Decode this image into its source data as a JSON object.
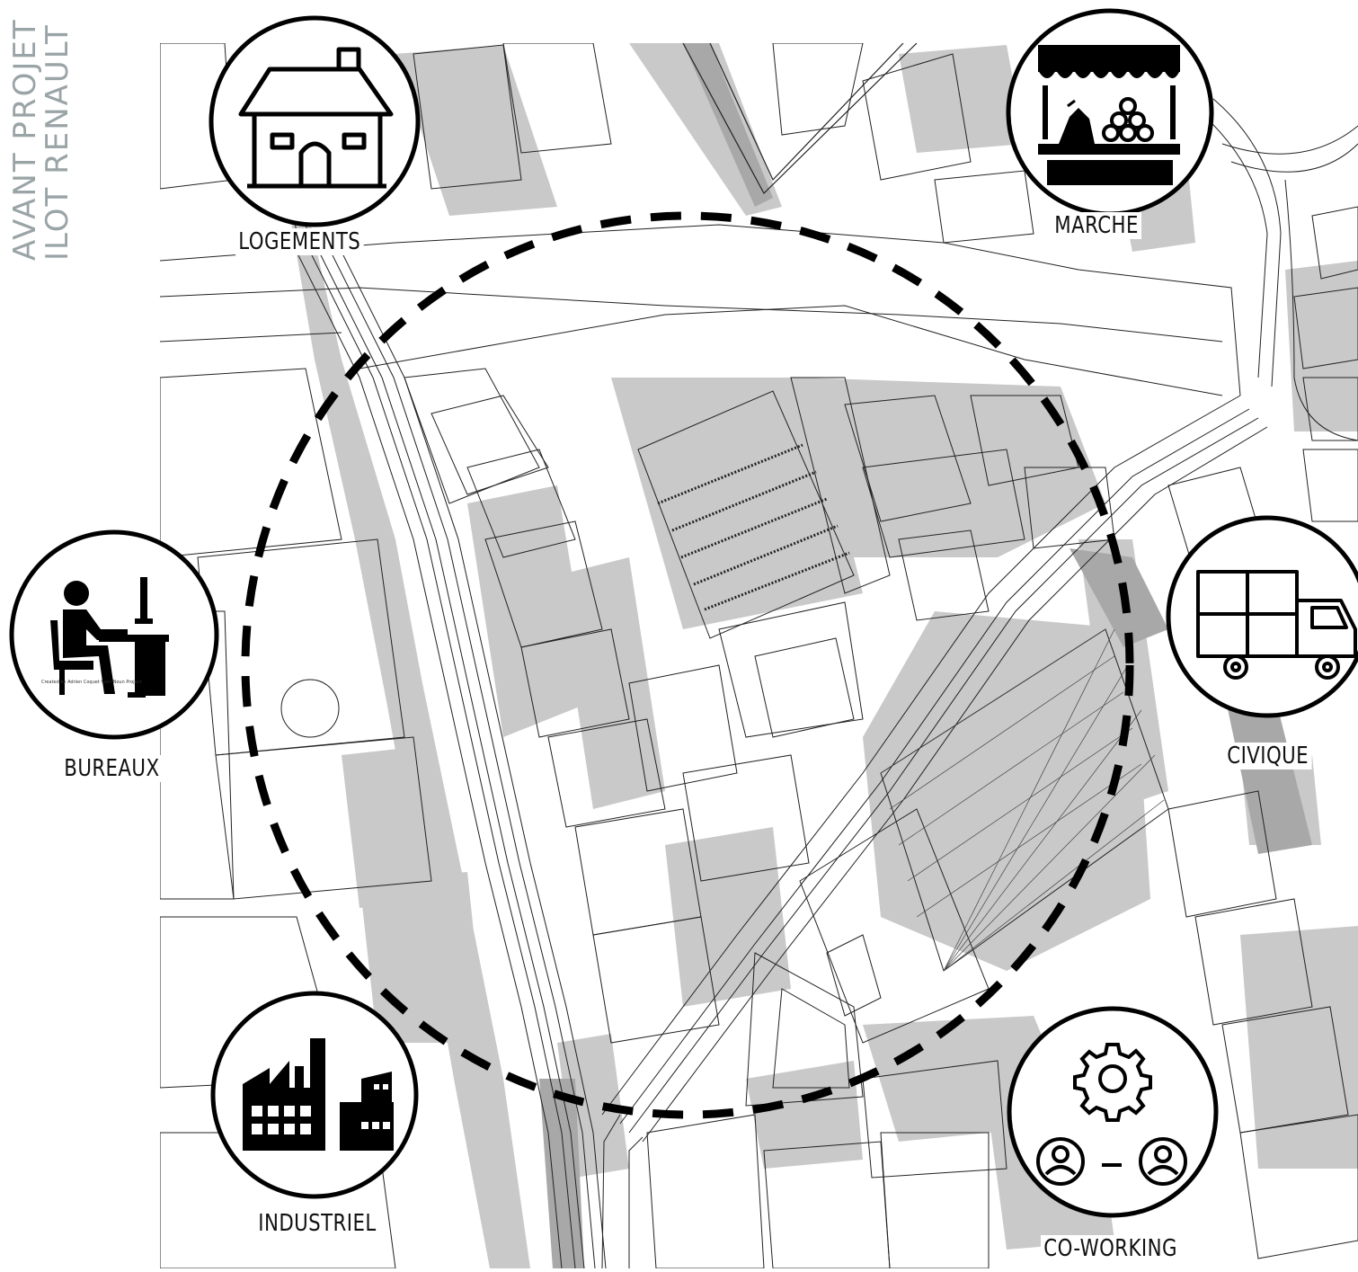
{
  "title": {
    "line1": "AVANT PROJET",
    "line2": "ILOT RENAULT"
  },
  "legend": {
    "logements": "LOGEMENTS",
    "marche": "MARCHE",
    "bureaux": "BUREAUX",
    "civique": "CIVIQUE",
    "industriel": "INDUSTRIEL",
    "coworking": "CO-WORKING"
  },
  "icon_names": {
    "logements": "house-icon",
    "marche": "market-stall-icon",
    "bureaux": "office-worker-icon",
    "civique": "delivery-truck-icon",
    "industriel": "factory-icon",
    "coworking": "gear-people-icon"
  },
  "credits": {
    "bureaux": "Created by Adrien Coquet from Noun Project"
  },
  "colors": {
    "shadow": "#c9c9c9",
    "dark_shadow": "#a8a8a8",
    "line": "#222222",
    "title": "#9aa4a6",
    "circle": "#000000"
  }
}
